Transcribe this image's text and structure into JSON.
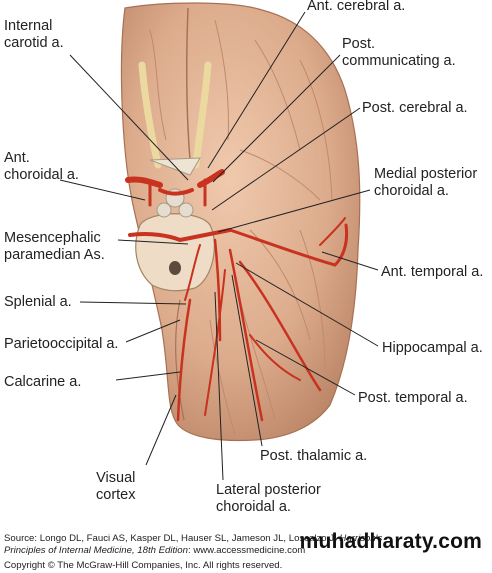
{
  "labels": {
    "internal_carotid": [
      "Internal",
      "carotid a."
    ],
    "ant_cerebral": "Ant. cerebral a.",
    "post_communicating": [
      "Post.",
      "communicating a."
    ],
    "post_cerebral": "Post. cerebral a.",
    "ant_choroidal": [
      "Ant.",
      "choroidal a."
    ],
    "medial_post_choroidal": [
      "Medial posterior",
      "choroidal a."
    ],
    "mesencephalic": [
      "Mesencephalic",
      "paramedian As."
    ],
    "ant_temporal": "Ant. temporal a.",
    "splenial": "Splenial a.",
    "parietooccipital": "Parietooccipital a.",
    "hippocampal": "Hippocampal a.",
    "calcarine": "Calcarine a.",
    "post_temporal": "Post. temporal a.",
    "visual_cortex": [
      "Visual",
      "cortex"
    ],
    "post_thalamic": "Post. thalamic a.",
    "lateral_post_choroidal": [
      "Lateral posterior",
      "choroidal a."
    ]
  },
  "source": {
    "prefix": "Source: Longo DL, Fauci AS, Kasper DL, Hauser SL, Jameson JL, Loscalzo J: ",
    "book_line1": "Harrison's",
    "book_line2": "Principles of Internal Medicine, 18th Edition",
    "suffix": ": www.accessmedicine.com",
    "copyright": "Copyright © The McGraw-Hill Companies, Inc. All rights reserved."
  },
  "watermark": "muhadharaty.com",
  "colors": {
    "brain": "#d9a98a",
    "brain_shadow": "#b67f62",
    "artery": "#c8321f",
    "artery_dark": "#9c2214",
    "nerve": "#ecd9a0",
    "leader": "#222222"
  }
}
